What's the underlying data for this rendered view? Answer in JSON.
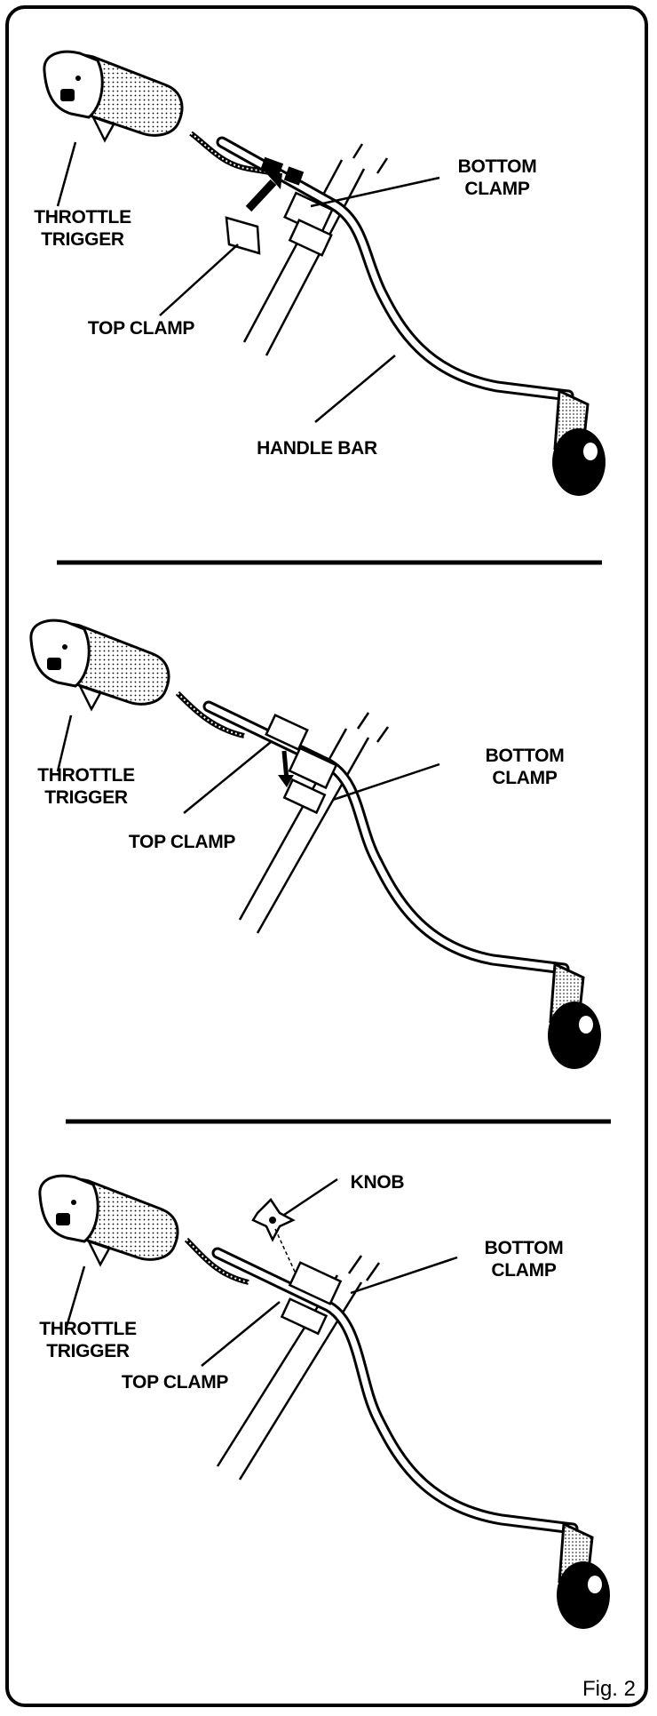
{
  "panels": [
    {
      "throttle_trigger": [
        "THROTTLE",
        "TRIGGER"
      ],
      "top_clamp": "TOP CLAMP",
      "bottom_clamp": [
        "BOTTOM",
        "CLAMP"
      ],
      "handle_bar": "HANDLE BAR"
    },
    {
      "throttle_trigger": [
        "THROTTLE",
        "TRIGGER"
      ],
      "top_clamp": "TOP CLAMP",
      "bottom_clamp": [
        "BOTTOM",
        "CLAMP"
      ]
    },
    {
      "throttle_trigger": [
        "THROTTLE",
        "TRIGGER"
      ],
      "top_clamp": "TOP CLAMP",
      "bottom_clamp": [
        "BOTTOM",
        "CLAMP"
      ],
      "knob": "KNOB"
    }
  ],
  "figure_label": "Fig. 2"
}
